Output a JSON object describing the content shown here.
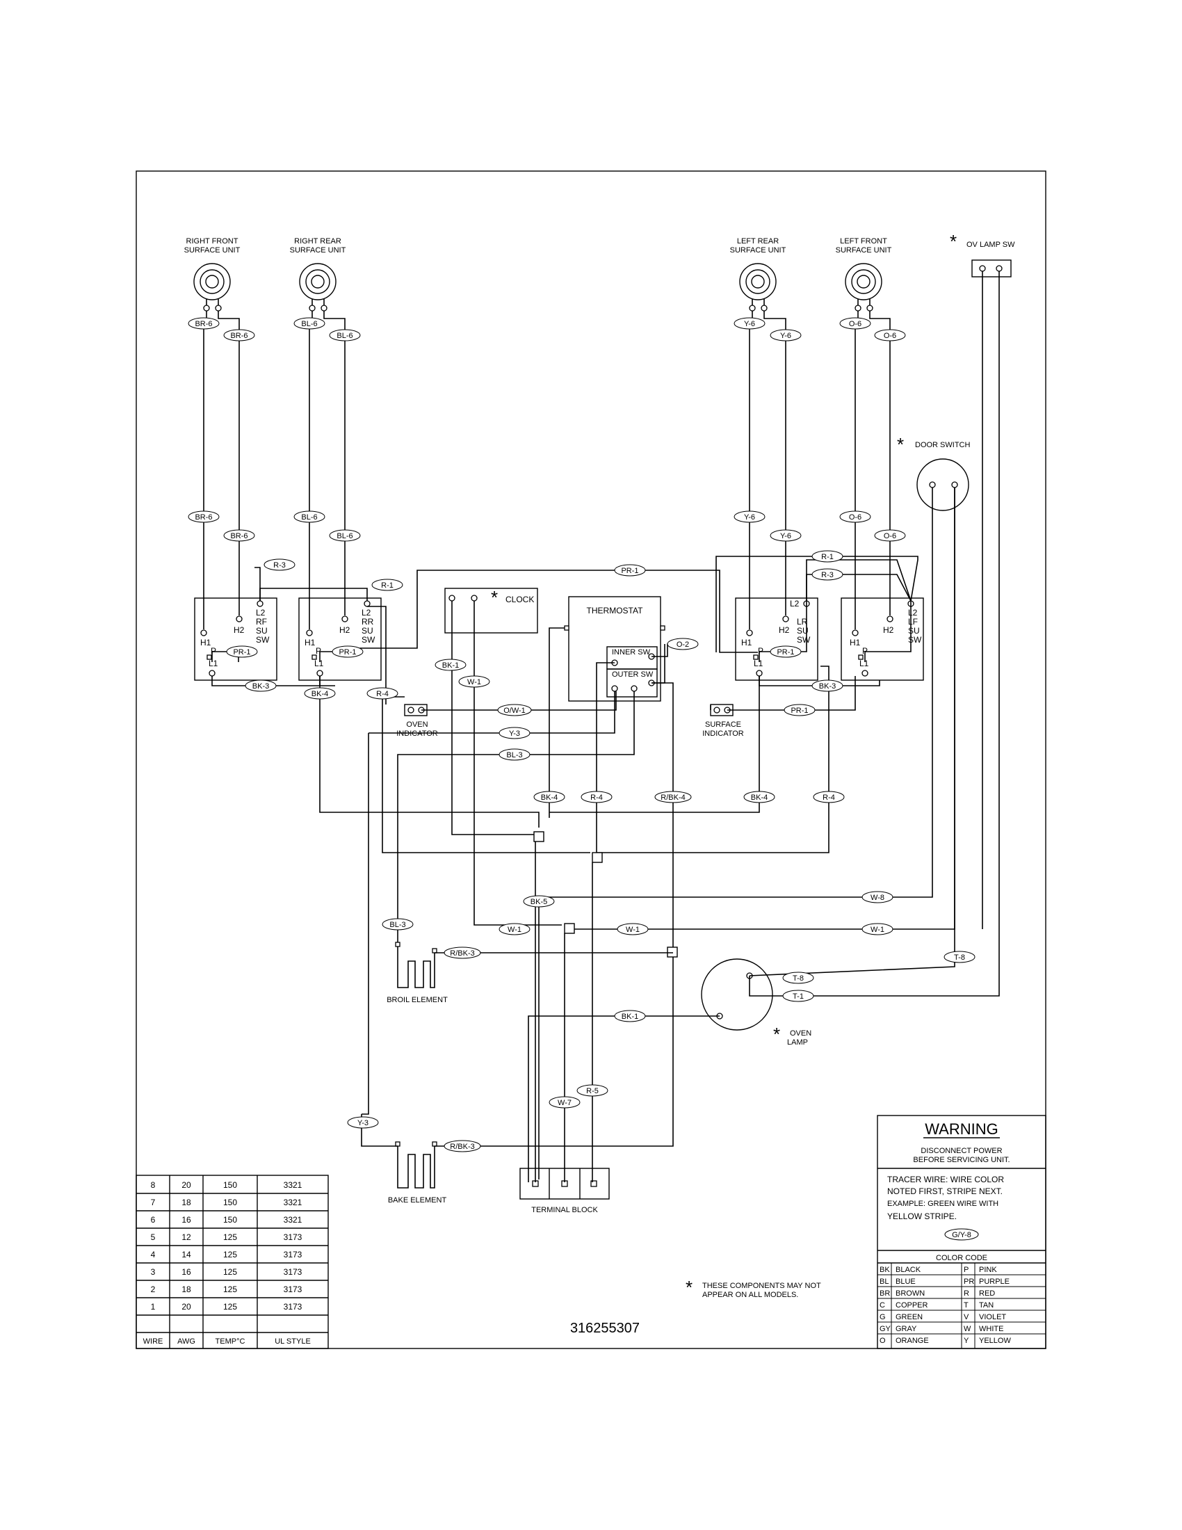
{
  "units": {
    "right_front": {
      "l1": "RIGHT FRONT",
      "l2": "SURFACE UNIT"
    },
    "right_rear": {
      "l1": "RIGHT REAR",
      "l2": "SURFACE UNIT"
    },
    "left_rear": {
      "l1": "LEFT REAR",
      "l2": "SURFACE UNIT"
    },
    "left_front": {
      "l1": "LEFT FRONT",
      "l2": "SURFACE UNIT"
    }
  },
  "ov_lamp_sw": "OV LAMP SW",
  "door_switch": "DOOR SWITCH",
  "clock": "CLOCK",
  "thermostat": "THERMOSTAT",
  "inner_sw": "INNER SW",
  "outer_sw": "OUTER SW",
  "oven_indicator": {
    "l1": "OVEN",
    "l2": "INDICATOR"
  },
  "surface_indicator": {
    "l1": "SURFACE",
    "l2": "INDICATOR"
  },
  "broil_element": "BROIL ELEMENT",
  "bake_element": "BAKE ELEMENT",
  "terminal_block": "TERMINAL BLOCK",
  "oven_lamp": {
    "l1": "OVEN",
    "l2": "LAMP"
  },
  "asterisk": "*",
  "switches": {
    "rf": {
      "l2": "L2",
      "h1": "H1",
      "h2": "H2",
      "p": "P",
      "l1": "L1",
      "n1": "RF",
      "n2": "SU",
      "n3": "SW"
    },
    "rr": {
      "l2": "L2",
      "h1": "H1",
      "h2": "H2",
      "p": "P",
      "l1": "L1",
      "n1": "RR",
      "n2": "SU",
      "n3": "SW"
    },
    "lr": {
      "l2": "L2",
      "h1": "H1",
      "h2": "H2",
      "p": "P",
      "l1": "L1",
      "n1": "LR",
      "n2": "SU",
      "n3": "SW"
    },
    "lf": {
      "l2": "L2",
      "h1": "H1",
      "h2": "H2",
      "p": "P",
      "l1": "L1",
      "n1": "LF",
      "n2": "SU",
      "n3": "SW"
    }
  },
  "wire_tags": {
    "br6a": "BR-6",
    "br6b": "BR-6",
    "bl6a": "BL-6",
    "bl6b": "BL-6",
    "y6a": "Y-6",
    "y6b": "Y-6",
    "o6a": "O-6",
    "o6b": "O-6",
    "br6c": "BR-6",
    "br6d": "BR-6",
    "bl6c": "BL-6",
    "bl6d": "BL-6",
    "y6c": "Y-6",
    "y6d": "Y-6",
    "o6c": "O-6",
    "o6d": "O-6",
    "r3a": "R-3",
    "r1a": "R-1",
    "pr1a": "PR-1",
    "pr1b": "PR-1",
    "bk3a": "BK-3",
    "bk4a": "BK-4",
    "r4a": "R-4",
    "pr1top": "PR-1",
    "r1b": "R-1",
    "r3b": "R-3",
    "pr1c": "PR-1",
    "bk3b": "BK-3",
    "pr1d": "PR-1",
    "bk1": "BK-1",
    "w1a": "W-1",
    "ow1": "O/W-1",
    "o2": "O-2",
    "y3a": "Y-3",
    "bl3a": "BL-3",
    "bk4b": "BK-4",
    "r4b": "R-4",
    "rbk4": "R/BK-4",
    "bk4c": "BK-4",
    "r4c": "R-4",
    "w8": "W-8",
    "bk5": "BK-5",
    "w1b": "W-1",
    "w1c": "W-1",
    "w1d": "W-1",
    "t8a": "T-8",
    "bl3b": "BL-3",
    "rbk3a": "R/BK-3",
    "t8b": "T-8",
    "t1": "T-1",
    "bk1b": "BK-1",
    "r5": "R-5",
    "w7": "W-7",
    "y3b": "Y-3",
    "rbk3b": "R/BK-3"
  },
  "wire_table": {
    "rows": [
      [
        "8",
        "20",
        "150",
        "3321"
      ],
      [
        "7",
        "18",
        "150",
        "3321"
      ],
      [
        "6",
        "16",
        "150",
        "3321"
      ],
      [
        "5",
        "12",
        "125",
        "3173"
      ],
      [
        "4",
        "14",
        "125",
        "3173"
      ],
      [
        "3",
        "16",
        "125",
        "3173"
      ],
      [
        "2",
        "18",
        "125",
        "3173"
      ],
      [
        "1",
        "20",
        "125",
        "3173"
      ]
    ],
    "headers": [
      "WIRE",
      "AWG",
      "TEMP°C",
      "UL STYLE"
    ]
  },
  "part_number": "316255307",
  "note": {
    "l1": "THESE COMPONENTS MAY NOT",
    "l2": "APPEAR ON ALL MODELS."
  },
  "warning": {
    "title": "WARNING",
    "l1": "DISCONNECT POWER",
    "l2": "BEFORE SERVICING UNIT.",
    "t1": "TRACER WIRE:  WIRE COLOR",
    "t2": "NOTED FIRST, STRIPE NEXT.",
    "t3": "EXAMPLE:  GREEN WIRE WITH",
    "t4": "YELLOW STRIPE.",
    "example_tag": "G/Y-8"
  },
  "color_code": {
    "title": "COLOR CODE",
    "left": [
      [
        "BK",
        "BLACK"
      ],
      [
        "BL",
        "BLUE"
      ],
      [
        "BR",
        "BROWN"
      ],
      [
        "C",
        "COPPER"
      ],
      [
        "G",
        "GREEN"
      ],
      [
        "GY",
        "GRAY"
      ],
      [
        "O",
        "ORANGE"
      ]
    ],
    "right": [
      [
        "P",
        "PINK"
      ],
      [
        "PR",
        "PURPLE"
      ],
      [
        "R",
        "RED"
      ],
      [
        "T",
        "TAN"
      ],
      [
        "V",
        "VIOLET"
      ],
      [
        "W",
        "WHITE"
      ],
      [
        "Y",
        "YELLOW"
      ]
    ]
  }
}
